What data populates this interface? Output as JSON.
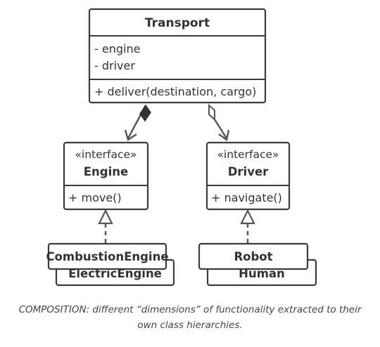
{
  "transport": {
    "title": "Transport",
    "fields": [
      "- engine",
      "- driver"
    ],
    "methods": [
      "+ deliver(destination, cargo)"
    ]
  },
  "engine": {
    "stereotype": "«interface»",
    "title": "Engine",
    "methods": [
      "+ move()"
    ]
  },
  "driver": {
    "stereotype": "«interface»",
    "title": "Driver",
    "methods": [
      "+ navigate()"
    ]
  },
  "engine_impls": [
    "CombustionEngine",
    "ElectricEngine"
  ],
  "driver_impls": [
    "Robot",
    "Human"
  ],
  "relations": {
    "transport_engine": "composition",
    "transport_driver": "aggregation",
    "engine_impls": "realization",
    "driver_impls": "realization"
  },
  "caption": {
    "line1": "COMPOSITION: different “dimensions” of functionality extracted to their",
    "line2": "own class hierarchies."
  },
  "colors": {
    "stroke": "#3a3a3a",
    "text": "#333333",
    "connector": "#555555"
  }
}
